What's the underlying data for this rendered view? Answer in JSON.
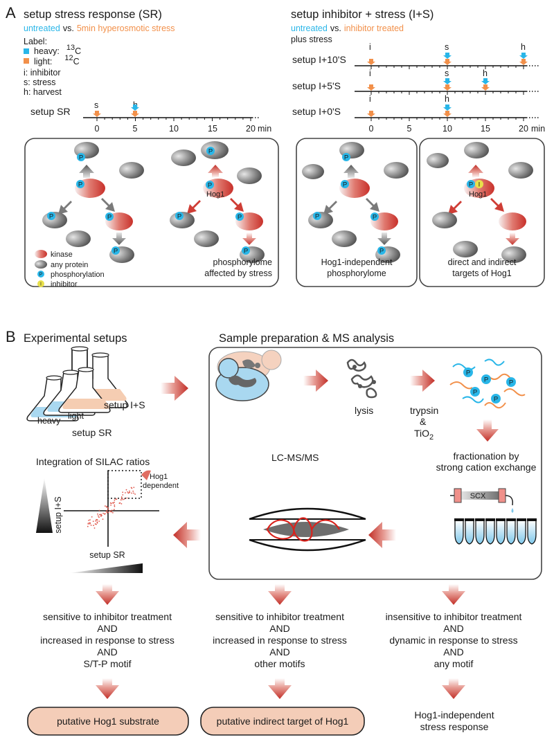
{
  "colors": {
    "heavy": "#29b6e8",
    "light": "#f2904a",
    "kinase": "#d9473f",
    "protein": "#555555",
    "arrow_red": "#cf3d35",
    "result_box": "#f4cdb8",
    "inhibitor": "#e8e04a"
  },
  "panel_a": {
    "letter": "A",
    "sr": {
      "title": "setup stress response (SR)",
      "untreated": "untreated",
      "vs": "vs.",
      "treated": "5min hyperosmotic stress",
      "label_heading": "Label:",
      "heavy": "heavy:",
      "heavy_iso": "C",
      "heavy_mass": "13",
      "light": "light:",
      "light_iso": "C",
      "light_mass": "12",
      "legend_i": "i:  inhibitor",
      "legend_s": "s:  stress",
      "legend_h": "h:  harvest",
      "row_label": "setup SR",
      "ticks": [
        "0",
        "5",
        "10",
        "15",
        "20"
      ],
      "unit": "min",
      "marks": [
        "s",
        "h"
      ]
    },
    "is": {
      "title": "setup inhibitor + stress (I+S)",
      "untreated": "untreated",
      "vs": "vs.",
      "treated": "inhibitor treated",
      "plus": "plus stress",
      "rows": [
        "setup I+10'S",
        "setup I+5'S",
        "setup I+0'S"
      ],
      "ticks": [
        "0",
        "5",
        "10",
        "15",
        "20"
      ],
      "unit": "min",
      "marks": [
        "i",
        "s",
        "h"
      ]
    },
    "box1": {
      "caption1": "phosphorylome",
      "caption2": "affected by stress",
      "p": "P",
      "hog1": "Hog1",
      "legend": [
        "kinase",
        "any protein",
        "phosphorylation",
        "inhibitor"
      ],
      "legend_p": "P",
      "legend_i": "I"
    },
    "box2": {
      "caption1": "Hog1-independent",
      "caption2": "phosphorylome",
      "p": "P"
    },
    "box3": {
      "caption1": "direct and indirect",
      "caption2": "targets of Hog1",
      "p": "P",
      "i": "I",
      "hog1": "Hog1"
    }
  },
  "panel_b": {
    "letter": "B",
    "exp_title": "Experimental setups",
    "flask_heavy": "heavy",
    "flask_light": "light",
    "setup_is": "setup I+S",
    "setup_sr": "setup SR",
    "sample_title": "Sample preparation & MS analysis",
    "lysis": "lysis",
    "trypsin": "trypsin",
    "amp": "&",
    "tio": "TiO",
    "tio_sub": "2",
    "peptide_p": "P",
    "frac1": "fractionation by",
    "frac2": "strong cation exchange",
    "scx": "SCX",
    "lcms": "LC-MS/MS",
    "integration": "Integration of SILAC ratios",
    "hog1_dep1": "Hog1",
    "hog1_dep2": "dependent",
    "axis_y": "setup I+S",
    "axis_x": "setup SR",
    "col1": [
      "sensitive to inhibitor treatment",
      "AND",
      "increased in response to stress",
      "AND",
      "S/T-P motif"
    ],
    "col2": [
      "sensitive to inhibitor treatment",
      "AND",
      "increased in response to stress",
      "AND",
      "other motifs"
    ],
    "col3": [
      "insensitive to inhibitor treatment",
      "AND",
      "dynamic in response to stress",
      "AND",
      "any motif"
    ],
    "result1": "putative Hog1 substrate",
    "result2": "putative indirect target of Hog1",
    "result3a": "Hog1-independent",
    "result3b": "stress response"
  }
}
